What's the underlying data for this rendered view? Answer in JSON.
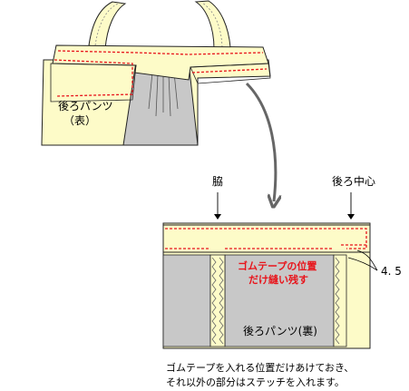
{
  "labels": {
    "back_pants_outside_line1": "後ろパンツ",
    "back_pants_outside_line2": "（表）",
    "side_seam": "脇",
    "center_back": "後ろ中心",
    "leave_unsewn_line1": "ゴムテープの位置",
    "leave_unsewn_line2": "だけ縫い残す",
    "back_pants_inside": "後ろパンツ(裏)",
    "measurement": "4. 5"
  },
  "caption": {
    "line1": "ゴムテープを入れる位置だけあけておき、",
    "line2": "それ以外の部分はステッチを入れます。"
  },
  "colors": {
    "fabric": "#fdfbc8",
    "lining": "#c8c8c8",
    "stitch": "#e8141b",
    "outline": "#222222",
    "arrow": "#666666"
  }
}
